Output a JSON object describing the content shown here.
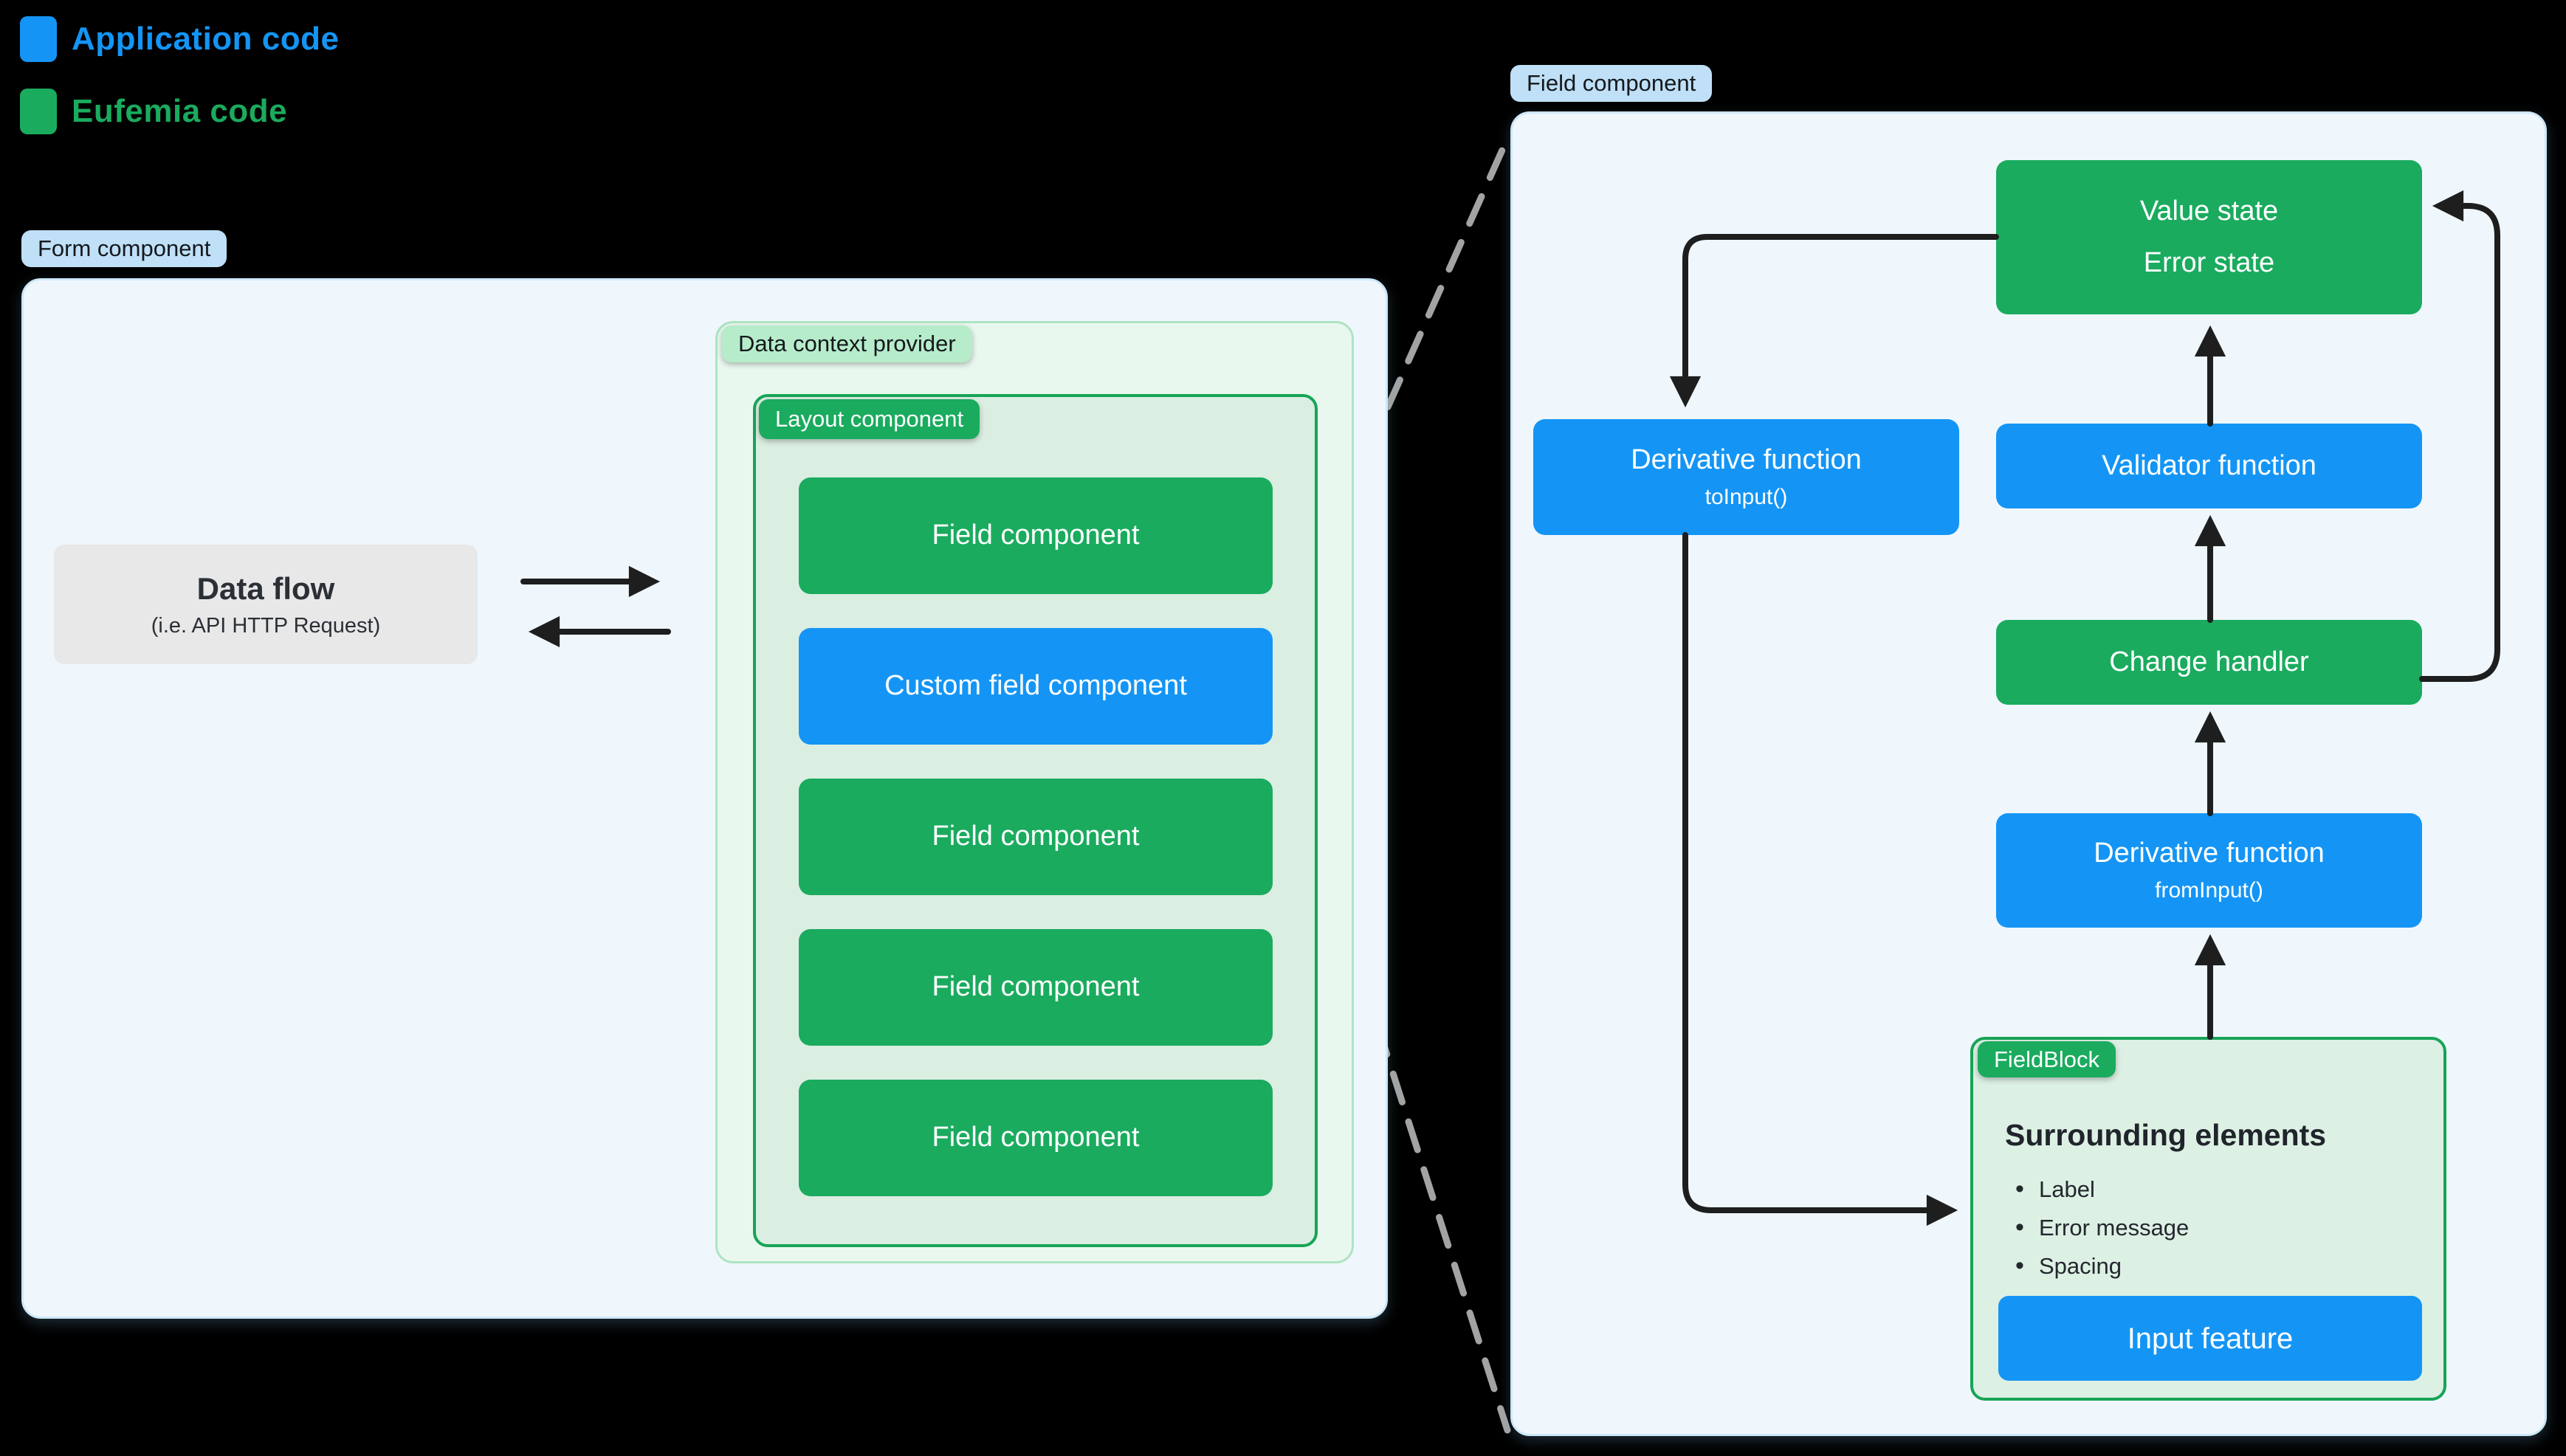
{
  "legend": {
    "items": [
      {
        "label": "Application code",
        "swatch": "blue-swatch",
        "color": "#1495f5"
      },
      {
        "label": "Eufemia code",
        "swatch": "green-swatch",
        "color": "#1aab5e"
      }
    ]
  },
  "left_diagram": {
    "panel_label": "Form component",
    "data_flow": {
      "title": "Data flow",
      "subtitle": "(i.e. API HTTP Request)"
    },
    "data_context": {
      "label": "Data context provider"
    },
    "layout": {
      "label": "Layout component"
    },
    "fields": [
      {
        "label": "Field component",
        "type": "eufemia"
      },
      {
        "label": "Custom field component",
        "type": "application"
      },
      {
        "label": "Field component",
        "type": "eufemia"
      },
      {
        "label": "Field component",
        "type": "eufemia"
      },
      {
        "label": "Field component",
        "type": "eufemia"
      }
    ]
  },
  "right_diagram": {
    "panel_label": "Field component",
    "value_state": {
      "line1": "Value state",
      "line2": "Error state"
    },
    "to_input": {
      "title": "Derivative function",
      "subtitle": "toInput()"
    },
    "validator": {
      "label": "Validator function"
    },
    "change_handler": {
      "label": "Change handler"
    },
    "from_input": {
      "title": "Derivative function",
      "subtitle": "fromInput()"
    },
    "field_block": {
      "label": "FieldBlock",
      "heading": "Surrounding elements",
      "bullets": [
        "Label",
        "Error message",
        "Spacing"
      ],
      "input_feature": "Input feature"
    }
  },
  "colors": {
    "application_blue": "#1495f5",
    "eufemia_green": "#1aab5e",
    "arrow_black": "#1e1e1e",
    "dashed_gray": "#a3a3a3",
    "background": "#000000"
  }
}
